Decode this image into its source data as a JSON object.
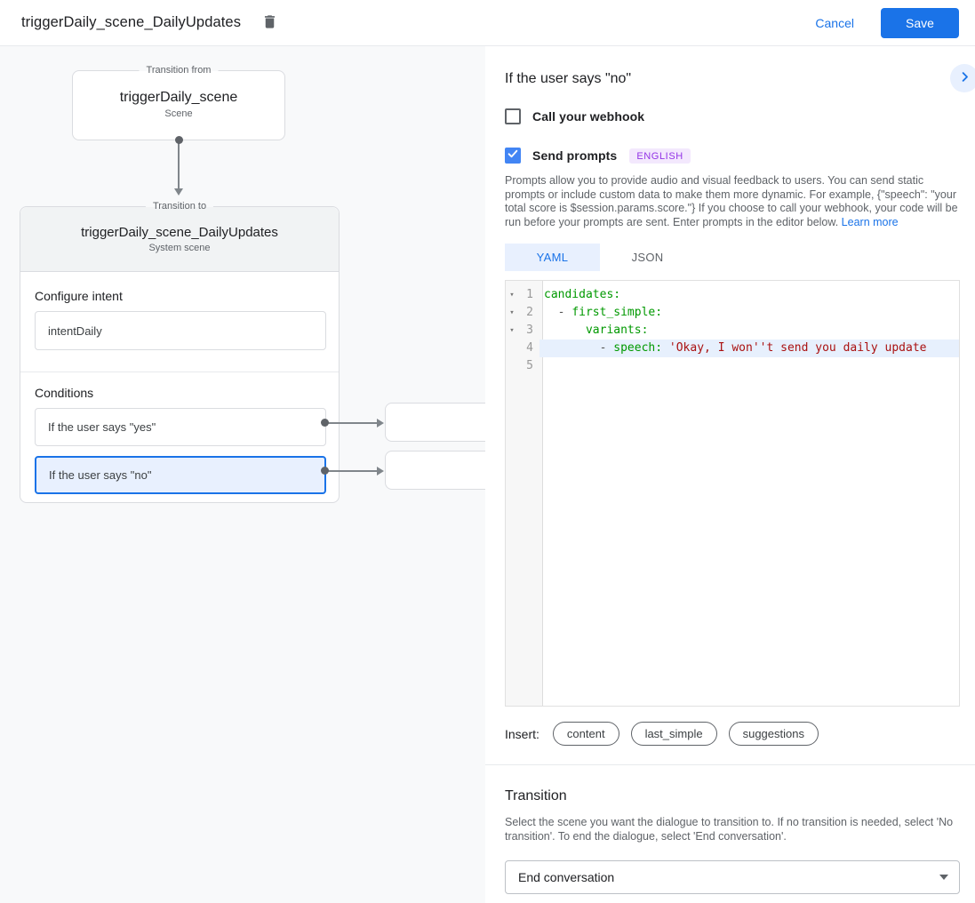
{
  "topbar": {
    "title": "triggerDaily_scene_DailyUpdates",
    "cancel_label": "Cancel",
    "save_label": "Save"
  },
  "diagram": {
    "from_node": {
      "legend": "Transition from",
      "title": "triggerDaily_scene",
      "subtitle": "Scene"
    },
    "to_node": {
      "legend": "Transition to",
      "title": "triggerDaily_scene_DailyUpdates",
      "subtitle": "System scene",
      "intent_label": "Configure intent",
      "intent_value": "intentDaily",
      "conditions_label": "Conditions",
      "conditions": [
        {
          "label": "If the user says \"yes\""
        },
        {
          "label": "If the user says \"no\""
        }
      ]
    }
  },
  "panel": {
    "title": "If the user says \"no\"",
    "webhook": {
      "label": "Call your webhook",
      "checked": false
    },
    "prompts": {
      "label": "Send prompts",
      "checked": true,
      "badge": "ENGLISH"
    },
    "description": "Prompts allow you to provide audio and visual feedback to users. You can send static prompts or include custom data to make them more dynamic. For example, {\"speech\": \"your total score is $session.params.score.\"} If you choose to call your webhook, your code will be run before your prompts are sent. Enter prompts in the editor below. ",
    "learn_more_label": "Learn more",
    "tabs": [
      {
        "label": "YAML",
        "active": true
      },
      {
        "label": "JSON",
        "active": false
      }
    ],
    "editor": {
      "active_line": 4,
      "lines": [
        {
          "num": "1",
          "fold": "▾",
          "segs": [
            {
              "c": "key",
              "t": "candidates:"
            }
          ]
        },
        {
          "num": "2",
          "fold": "▾",
          "segs": [
            {
              "c": "plain",
              "t": "  "
            },
            {
              "c": "meta",
              "t": "- "
            },
            {
              "c": "key",
              "t": "first_simple:"
            }
          ]
        },
        {
          "num": "3",
          "fold": "▾",
          "segs": [
            {
              "c": "plain",
              "t": "      "
            },
            {
              "c": "key",
              "t": "variants:"
            }
          ]
        },
        {
          "num": "4",
          "fold": "",
          "segs": [
            {
              "c": "plain",
              "t": "        "
            },
            {
              "c": "meta",
              "t": "- "
            },
            {
              "c": "key",
              "t": "speech:"
            },
            {
              "c": "plain",
              "t": " "
            },
            {
              "c": "str",
              "t": "'Okay, I won''t send you daily update"
            }
          ]
        },
        {
          "num": "5",
          "fold": "",
          "segs": []
        }
      ]
    },
    "insert": {
      "label": "Insert:",
      "options": [
        "content",
        "last_simple",
        "suggestions"
      ]
    },
    "transition": {
      "title": "Transition",
      "description": "Select the scene you want the dialogue to transition to. If no transition is needed, select 'No transition'. To end the dialogue, select 'End conversation'.",
      "selected_value": "End conversation"
    }
  },
  "colors": {
    "accent_blue": "#1a73e8",
    "checkbox_blue": "#4285f4",
    "selected_condition_bg": "#e8f0fe",
    "badge_bg": "#f3e8fd",
    "badge_text": "#9334e6",
    "canvas_bg": "#f8f9fa",
    "code_key_green": "#009900",
    "code_string_red": "#aa1111",
    "active_line_bg": "#e7f0fd"
  }
}
